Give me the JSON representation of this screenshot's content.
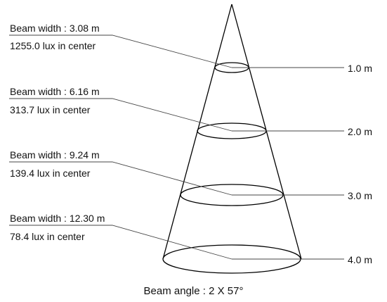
{
  "levels": [
    {
      "beam_width": "Beam width : 3.08 m",
      "lux": "1255.0 lux in center",
      "distance": "1.0 m"
    },
    {
      "beam_width": "Beam width : 6.16 m",
      "lux": "313.7 lux in center",
      "distance": "2.0 m"
    },
    {
      "beam_width": "Beam width : 9.24 m",
      "lux": "139.4 lux in center",
      "distance": "3.0 m"
    },
    {
      "beam_width": "Beam width : 12.30 m",
      "lux": "78.4 lux in center",
      "distance": "4.0 m"
    }
  ],
  "beam_angle": "Beam angle : 2 X 57°",
  "colors": {
    "stroke": "#000000",
    "text": "#111111",
    "leader": "#444444"
  }
}
